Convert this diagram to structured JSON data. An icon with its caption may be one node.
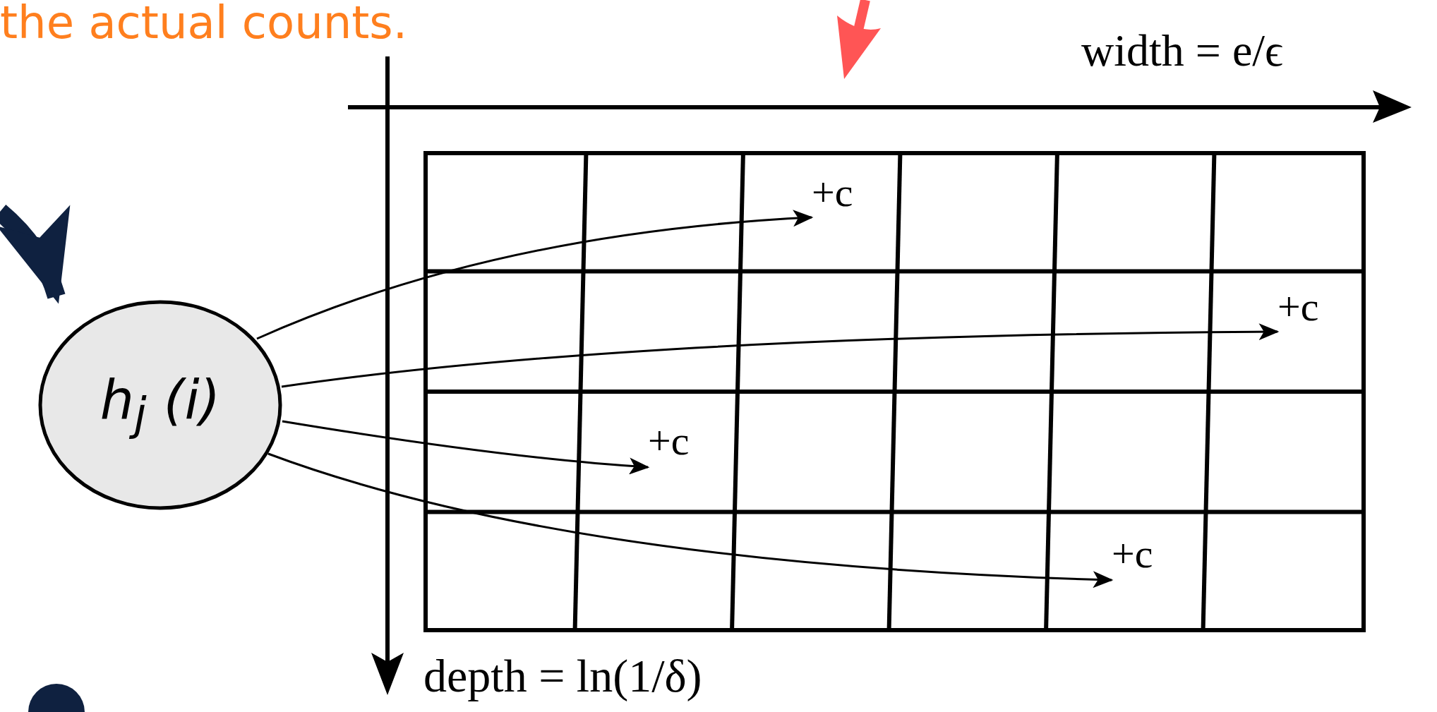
{
  "diagram": {
    "nodes": [
      {
        "text": [
          "h$_{j}$ (i)"
        ]
      },
      {
        "text": [],
        "shape": "box"
      },
      {
        "text": [
          "+c"
        ],
        "in": 1
      },
      {
        "text": [
          "+c"
        ],
        "in": 1
      },
      {
        "text": [
          "+c"
        ],
        "in": 1
      },
      {
        "text": [
          "+c"
        ],
        "in": 1
      }
    ],
    "edges": [
      {
        "from": 0,
        "to": 2,
        "arrow": "to"
      },
      {
        "from": 0,
        "to": 3,
        "arrow": "to"
      },
      {
        "from": 0,
        "to": 4,
        "arrow": "to"
      },
      {
        "from": 0,
        "to": 5,
        "arrow": "to"
      },
      {
        "from": null,
        "to": 0,
        "arrow": "to",
        "style": "thick",
        "color": "#0f2140"
      }
    ],
    "labels": [
      "the actual counts.",
      "width = e/ϵ",
      "depth = ln(1/δ)"
    ]
  }
}
